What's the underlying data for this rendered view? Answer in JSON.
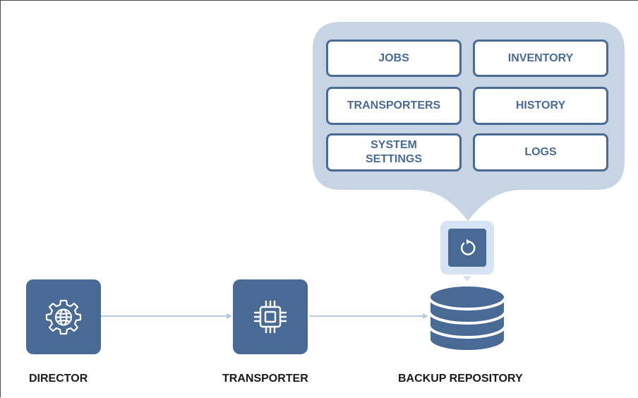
{
  "colors": {
    "primary": "#4a6a96",
    "panel": "#c7d4e4",
    "halo": "#d6e3f4",
    "connector": "#bccadd",
    "label": "#1a1a1a"
  },
  "menu": {
    "buttons": [
      {
        "id": "jobs",
        "lines": [
          "JOBS"
        ]
      },
      {
        "id": "inventory",
        "lines": [
          "INVENTORY"
        ]
      },
      {
        "id": "transporters",
        "lines": [
          "TRANSPORTERS"
        ]
      },
      {
        "id": "history",
        "lines": [
          "HISTORY"
        ]
      },
      {
        "id": "system-settings",
        "lines": [
          "SYSTEM",
          "SETTINGS"
        ]
      },
      {
        "id": "logs",
        "lines": [
          "LOGS"
        ]
      }
    ]
  },
  "restore": {
    "icon": "restore-icon"
  },
  "nodes": {
    "director": {
      "label": "DIRECTOR",
      "icon": "gear-globe-icon"
    },
    "transporter": {
      "label": "TRANSPORTER",
      "icon": "chip-icon"
    },
    "repository": {
      "label": "BACKUP REPOSITORY",
      "icon": "database-icon"
    }
  }
}
